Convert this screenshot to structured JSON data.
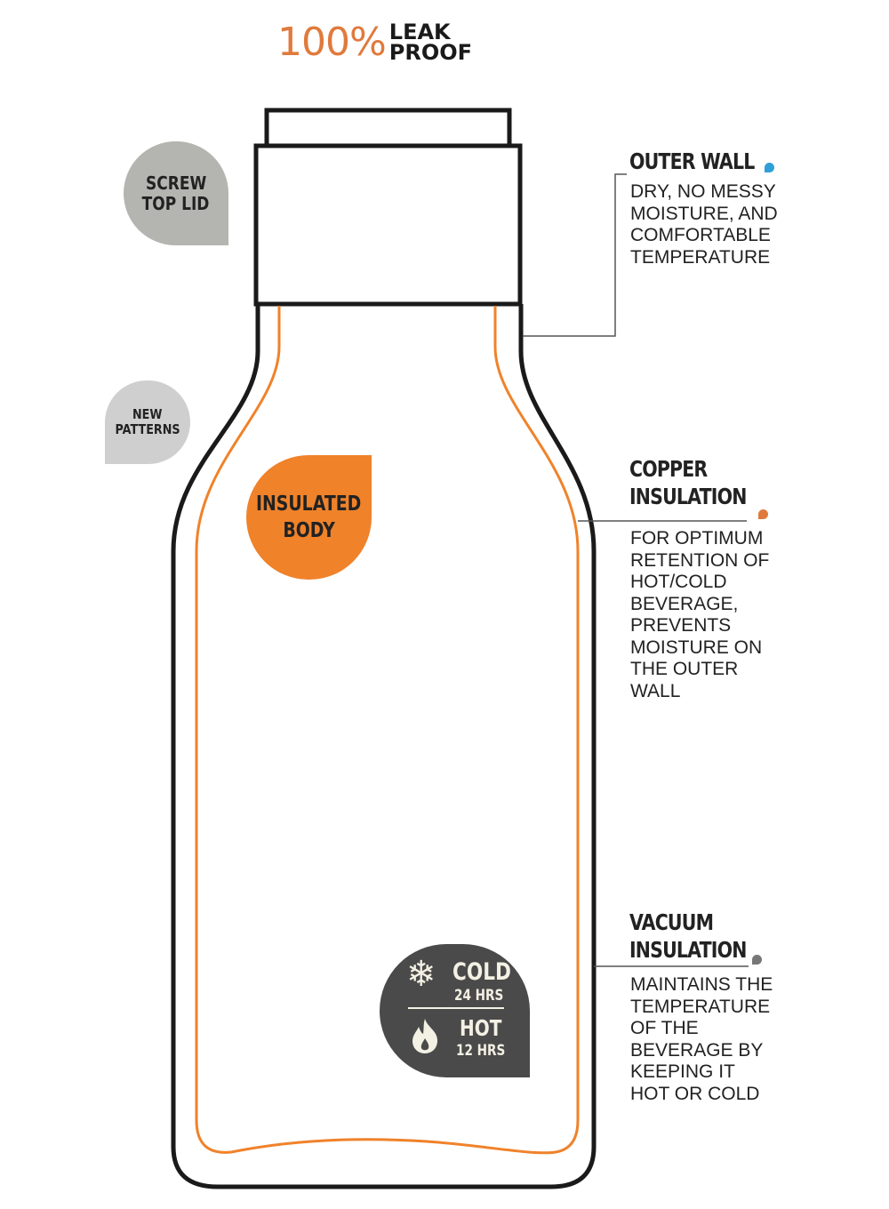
{
  "title": {
    "percent": "100%",
    "line1": "LEAK",
    "line2": "PROOF"
  },
  "badges": {
    "screw_top": [
      "SCREW",
      "TOP LID"
    ],
    "new_patterns": [
      "NEW",
      "PATTERNS"
    ],
    "insulated_body": [
      "INSULATED",
      "BODY"
    ],
    "cold": {
      "label": "COLD",
      "hours": "24 HRS",
      "icon": "snowflake-icon"
    },
    "hot": {
      "label": "HOT",
      "hours": "12 HRS",
      "icon": "flame-icon"
    }
  },
  "callouts": [
    {
      "heading": [
        "OUTER WALL"
      ],
      "text": [
        "DRY, NO MESSY",
        "MOISTURE, AND",
        "COMFORTABLE",
        "TEMPERATURE"
      ]
    },
    {
      "heading": [
        "COPPER",
        "INSULATION"
      ],
      "text": [
        "FOR OPTIMUM",
        "RETENTION OF",
        "HOT/COLD",
        "BEVERAGE,",
        "PREVENTS",
        "MOISTURE ON",
        "THE OUTER",
        "WALL"
      ]
    },
    {
      "heading": [
        "VACUUM",
        "INSULATION"
      ],
      "text": [
        "MAINTAINS THE",
        "TEMPERATURE",
        "OF THE",
        "BEVERAGE BY",
        "KEEPING IT",
        "HOT OR COLD"
      ]
    }
  ],
  "colors": {
    "orange": "#f0822a",
    "accent_text": "#e07a3c",
    "blue": "#2f9fd8",
    "dark": "#4a4a4a",
    "gray": "#b4b4b0",
    "light_gray": "#cfcfcf"
  }
}
